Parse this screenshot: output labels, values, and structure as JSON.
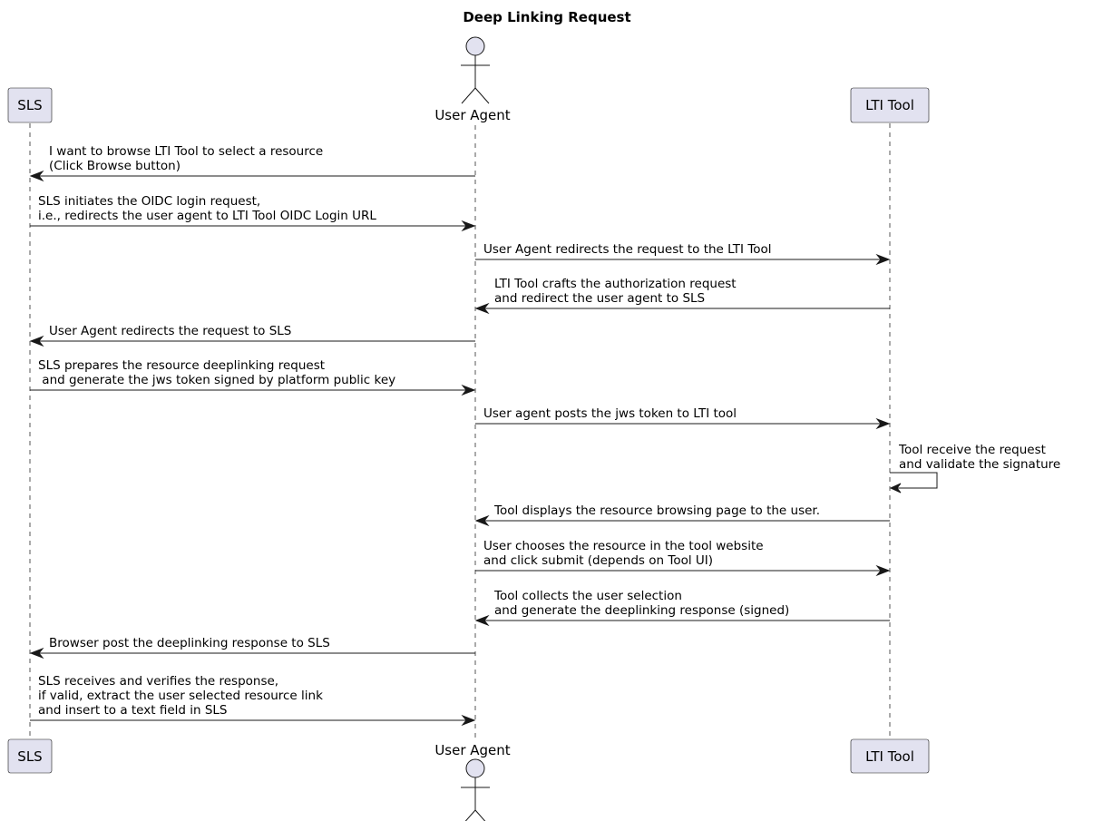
{
  "title": "Deep Linking Request",
  "participants": {
    "sls": {
      "label": "SLS"
    },
    "user_agent": {
      "label": "User Agent"
    },
    "lti_tool": {
      "label": "LTI Tool"
    }
  },
  "messages": [
    {
      "from": "user_agent",
      "to": "sls",
      "lines": [
        "I want to browse LTI Tool to select a resource",
        "(Click Browse button)"
      ]
    },
    {
      "from": "sls",
      "to": "user_agent",
      "lines": [
        "SLS initiates the OIDC login request,",
        "i.e., redirects the user agent to LTI Tool OIDC Login URL"
      ]
    },
    {
      "from": "user_agent",
      "to": "lti_tool",
      "lines": [
        "User Agent redirects the request to the LTI Tool"
      ]
    },
    {
      "from": "lti_tool",
      "to": "user_agent",
      "lines": [
        "LTI Tool crafts the authorization request",
        "and redirect the user agent to SLS"
      ]
    },
    {
      "from": "user_agent",
      "to": "sls",
      "lines": [
        "User Agent redirects the request to SLS"
      ]
    },
    {
      "from": "sls",
      "to": "user_agent",
      "lines": [
        "SLS prepares the resource deeplinking request",
        " and generate the jws token signed by platform public key"
      ]
    },
    {
      "from": "user_agent",
      "to": "lti_tool",
      "lines": [
        "User agent posts the jws token to LTI tool"
      ]
    },
    {
      "from": "lti_tool",
      "to": "lti_tool",
      "lines": [
        "Tool receive the request",
        "and validate the signature"
      ]
    },
    {
      "from": "lti_tool",
      "to": "user_agent",
      "lines": [
        "Tool displays the resource browsing page to the user."
      ]
    },
    {
      "from": "user_agent",
      "to": "lti_tool",
      "lines": [
        "User chooses the resource in the tool website",
        "and click submit (depends on Tool UI)"
      ]
    },
    {
      "from": "lti_tool",
      "to": "user_agent",
      "lines": [
        "Tool collects the user selection",
        "and generate the deeplinking response (signed)"
      ]
    },
    {
      "from": "user_agent",
      "to": "sls",
      "lines": [
        "Browser post the deeplinking response to SLS"
      ]
    },
    {
      "from": "sls",
      "to": "user_agent",
      "lines": [
        "SLS receives and verifies the response,",
        "if valid, extract the user selected resource link",
        "and insert to a text field in SLS"
      ]
    }
  ]
}
